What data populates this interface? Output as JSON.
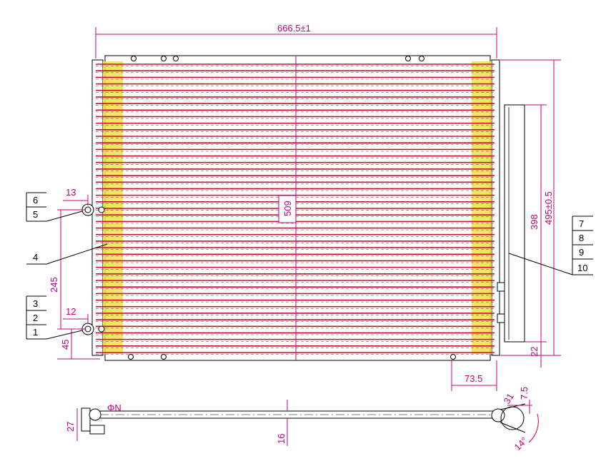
{
  "colors": {
    "dimension": "#c8007c",
    "tube": "#c8102e",
    "fin": "#f3e04a",
    "outline": "#000000",
    "hidden": "#555555"
  },
  "dimensions": {
    "overall_width": "666.5±1",
    "core_height": "509",
    "tank_height": "495±0.5",
    "receiver_length": "398",
    "bottom_offset_right": "22",
    "receiver_offset": "73.5",
    "left_port_spacing": "245",
    "left_bottom_offset": "45",
    "upper_port_offset": "13",
    "lower_port_offset": "12",
    "bottom_depth": "16",
    "bottom_width_left": "27",
    "bottom_width_right": "31",
    "bottom_flange": "7.5",
    "angle": "14°",
    "small_mark": "ΦN"
  },
  "callouts": {
    "left_top": [
      "6",
      "5"
    ],
    "left_mid": [
      "4"
    ],
    "left_bottom": [
      "3",
      "2",
      "1"
    ],
    "right": [
      "7",
      "8",
      "9",
      "10"
    ]
  }
}
